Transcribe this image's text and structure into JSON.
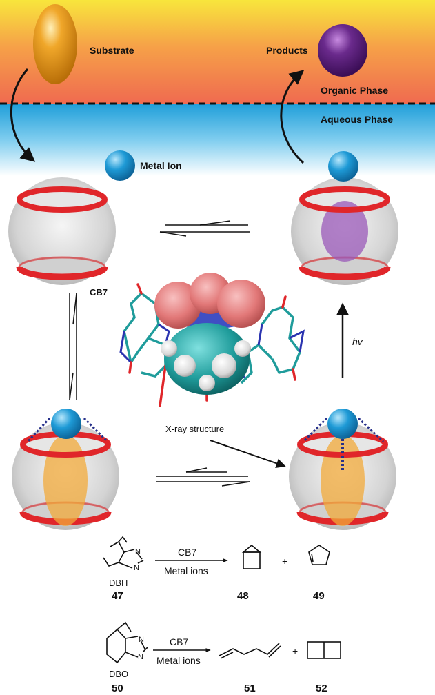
{
  "labels": {
    "substrate": "Substrate",
    "products": "Products",
    "organic_phase": "Organic Phase",
    "aqueous_phase": "Aqueous Phase",
    "metal_ion": "Metal Ion",
    "cb7": "CB7",
    "xray": "X-ray structure",
    "hv": "hv"
  },
  "reactions": [
    {
      "reactant_name": "DBH",
      "reactant_number": "47",
      "reagent": "CB7",
      "conditions": "Metal ions",
      "product1_number": "48",
      "plus": "+",
      "product2_number": "49"
    },
    {
      "reactant_name": "DBO",
      "reactant_number": "50",
      "reagent": "CB7",
      "conditions": "Metal ions",
      "product1_number": "51",
      "plus": "+",
      "product2_number": "52"
    }
  ],
  "atom_labels": {
    "n": "N"
  },
  "colors": {
    "substrate": "#e89a1c",
    "product": "#5a1f7a",
    "metal_ion": "#1e9ad6",
    "cb7_rim": "#e0262a",
    "organic_top": "#f7e23a",
    "organic_bottom": "#f06a4a",
    "aqueous": "#2aa6df"
  }
}
